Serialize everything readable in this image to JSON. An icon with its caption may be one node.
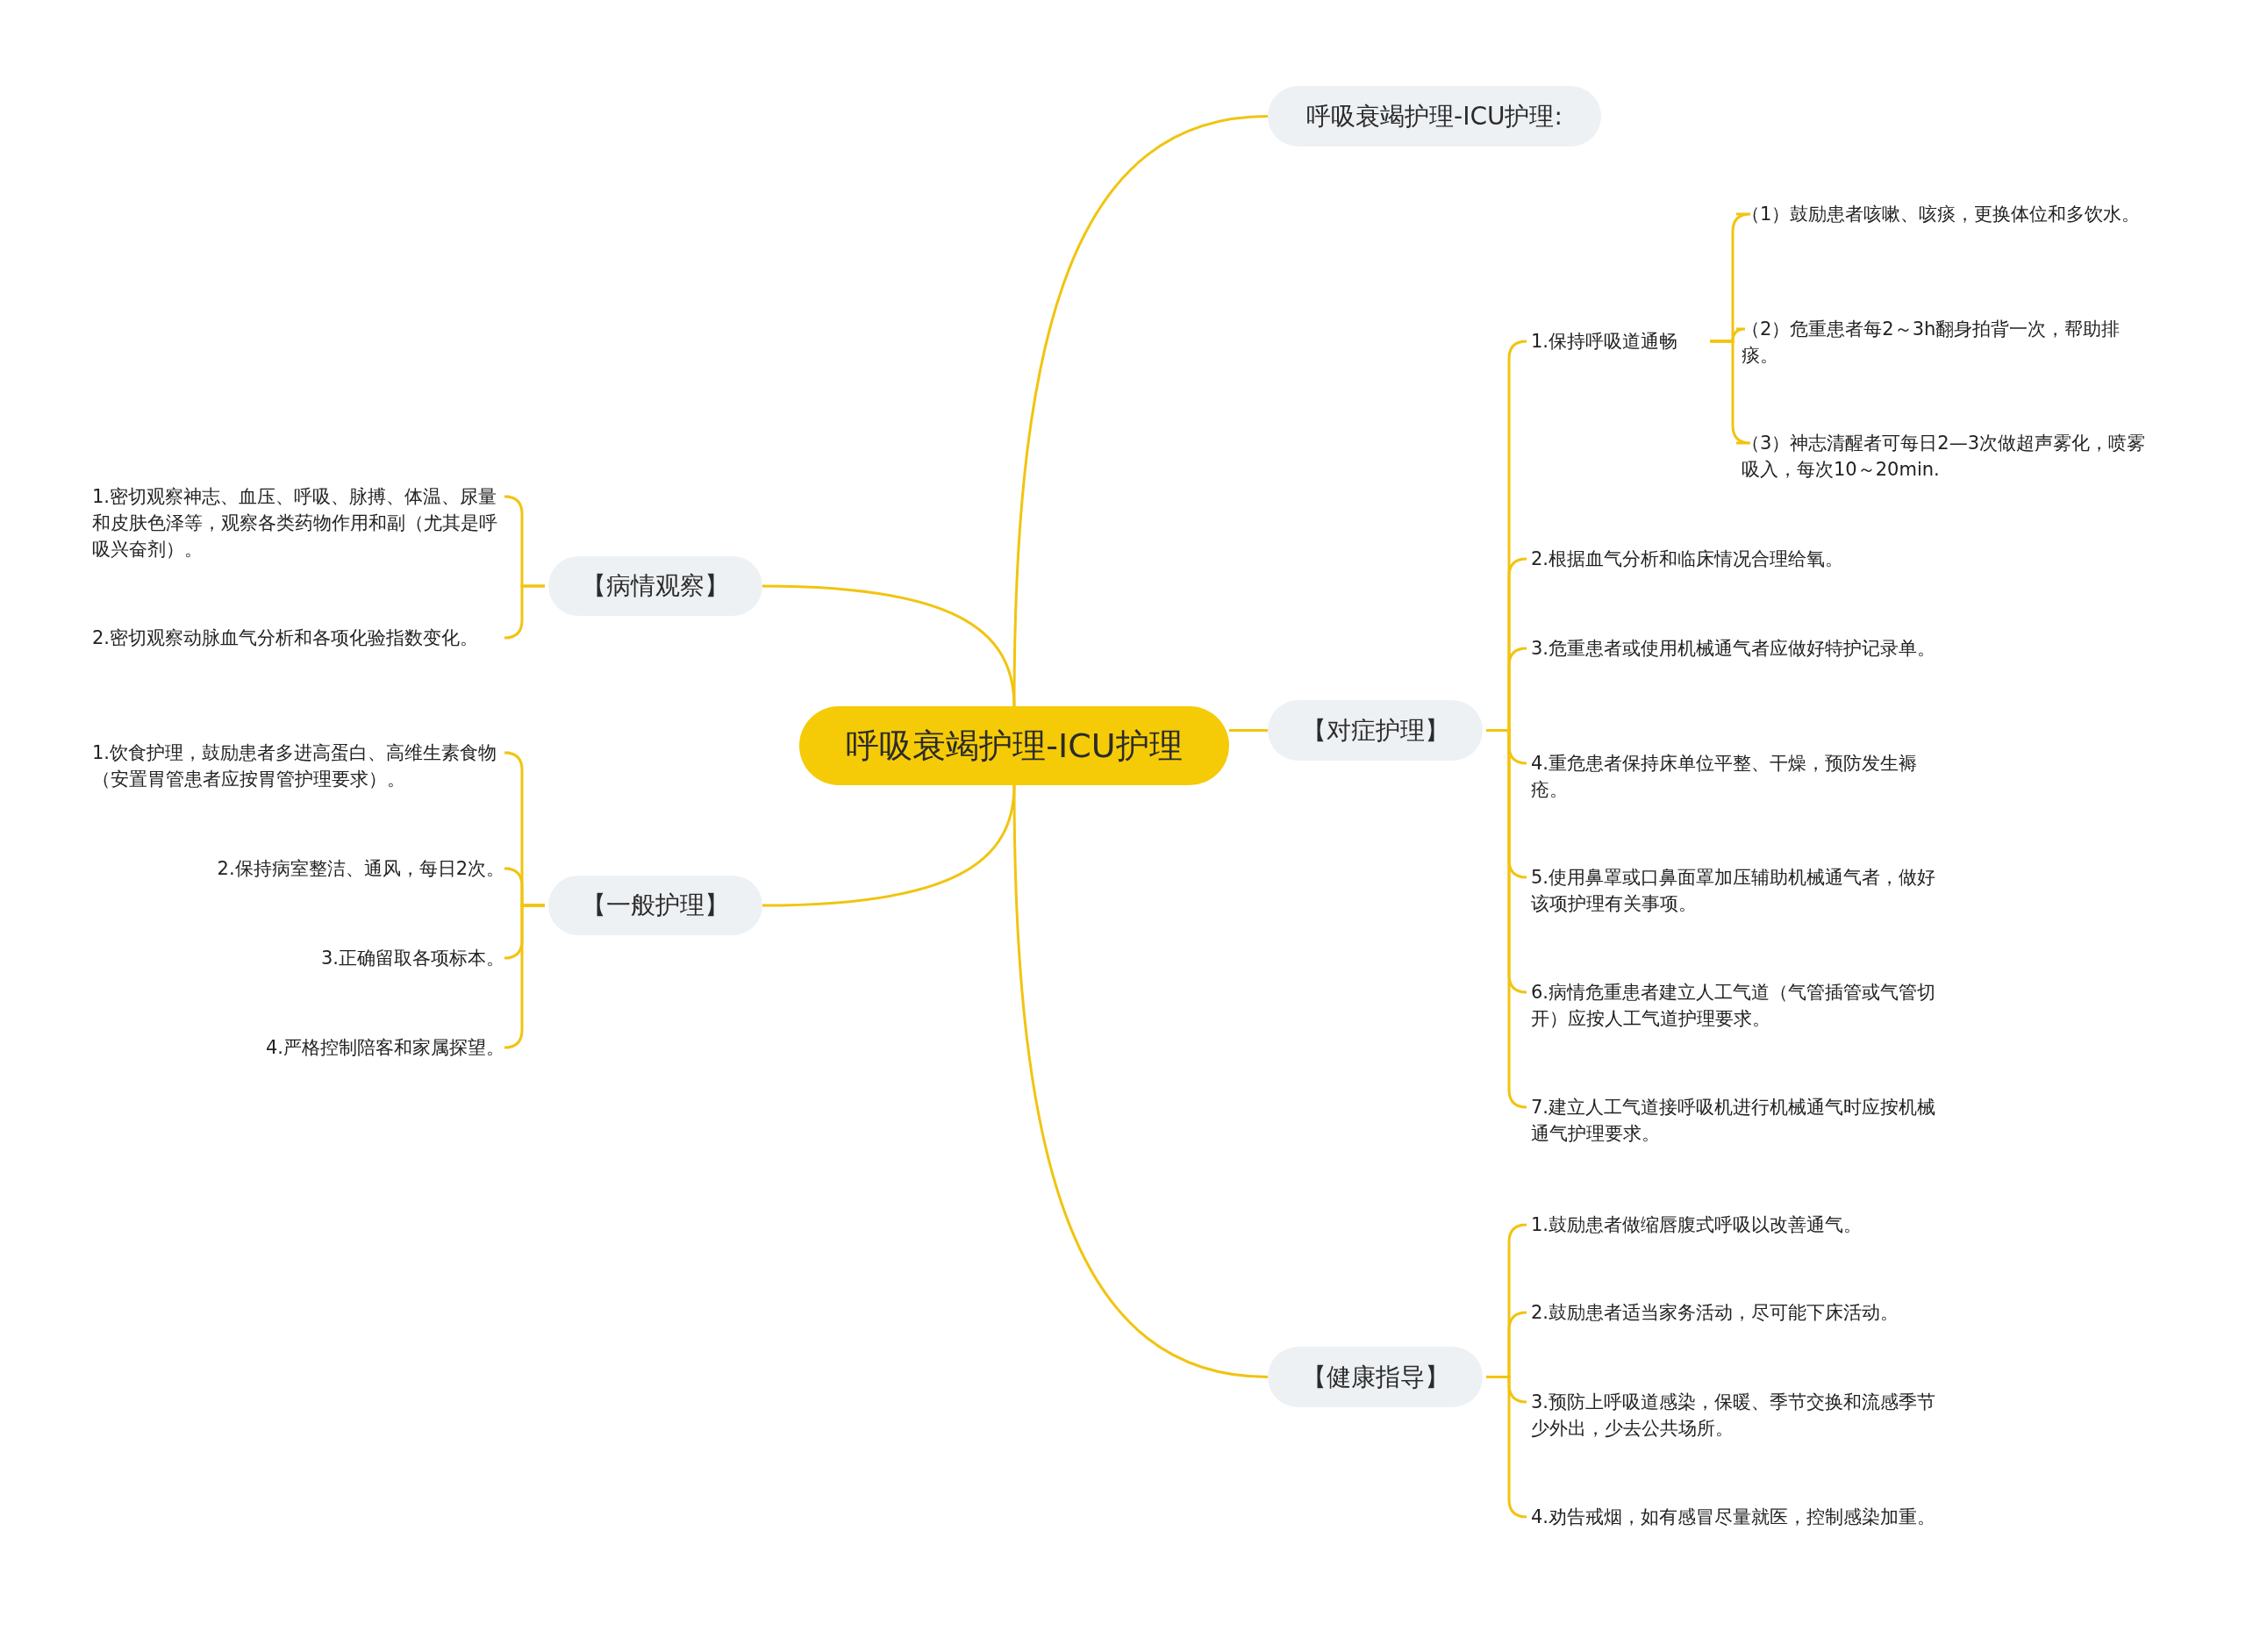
{
  "diagram": {
    "nodes": [
      {
        "text": [
          "呼吸衰竭护理-ICU护理"
        ]
      },
      {
        "text": [
          "呼吸衰竭护理-ICU护理:"
        ]
      },
      {
        "text": [
          "【病情观察】"
        ]
      },
      {
        "text": [
          "1.密切观察神志、血压、呼吸、脉搏、体温、尿量和皮肤色泽等，观察各类药物作用和副（尤其是呼吸兴奋剂）。"
        ]
      },
      {
        "text": [
          "2.密切观察动脉血气分析和各项化验指数变化。"
        ]
      },
      {
        "text": [
          "【一般护理】"
        ]
      },
      {
        "text": [
          "1.饮食护理，鼓励患者多进高蛋白、高维生素食物（安置胃管患者应按胃管护理要求）。"
        ]
      },
      {
        "text": [
          "2.保持病室整洁、通风，每日2次。"
        ]
      },
      {
        "text": [
          "3.正确留取各项标本。"
        ]
      },
      {
        "text": [
          "4.严格控制陪客和家属探望。"
        ]
      },
      {
        "text": [
          "【对症护理】"
        ]
      },
      {
        "text": [
          "1.保持呼吸道通畅"
        ]
      },
      {
        "text": [
          "（1）鼓励患者咳嗽、咳痰，更换体位和多饮水。"
        ]
      },
      {
        "text": [
          "（2）危重患者每2～3h翻身拍背一次，帮助排痰。"
        ]
      },
      {
        "text": [
          "（3）神志清醒者可每日2—3次做超声雾化，喷雾吸入，每次10～20min."
        ]
      },
      {
        "text": [
          "2.根据血气分析和临床情况合理给氧。"
        ]
      },
      {
        "text": [
          "3.危重患者或使用机械通气者应做好特护记录单。"
        ]
      },
      {
        "text": [
          "4.重危患者保持床单位平整、干燥，预防发生褥疮。"
        ]
      },
      {
        "text": [
          "5.使用鼻罩或口鼻面罩加压辅助机械通气者，做好该项护理有关事项。"
        ]
      },
      {
        "text": [
          "6.病情危重患者建立人工气道（气管插管或气管切开）应按人工气道护理要求。"
        ]
      },
      {
        "text": [
          "7.建立人工气道接呼吸机进行机械通气时应按机械通气护理要求。"
        ]
      },
      {
        "text": [
          "【健康指导】"
        ]
      },
      {
        "text": [
          "1.鼓励患者做缩唇腹式呼吸以改善通气。"
        ]
      },
      {
        "text": [
          "2.鼓励患者适当家务活动，尽可能下床活动。"
        ]
      },
      {
        "text": [
          "3.预防上呼吸道感染，保暖、季节交换和流感季节少外出，少去公共场所。"
        ]
      },
      {
        "text": [
          "4.劝告戒烟，如有感冒尽量就医，控制感染加重。"
        ]
      }
    ],
    "edges": [
      {
        "from": 0,
        "to": 1,
        "arrow": "none"
      },
      {
        "from": 0,
        "to": 2,
        "arrow": "none"
      },
      {
        "from": 2,
        "to": 3,
        "arrow": "none"
      },
      {
        "from": 2,
        "to": 4,
        "arrow": "none"
      },
      {
        "from": 0,
        "to": 5,
        "arrow": "none"
      },
      {
        "from": 5,
        "to": 6,
        "arrow": "none"
      },
      {
        "from": 5,
        "to": 7,
        "arrow": "none"
      },
      {
        "from": 5,
        "to": 8,
        "arrow": "none"
      },
      {
        "from": 5,
        "to": 9,
        "arrow": "none"
      },
      {
        "from": 0,
        "to": 10,
        "arrow": "none"
      },
      {
        "from": 10,
        "to": 11,
        "arrow": "none"
      },
      {
        "from": 11,
        "to": 12,
        "arrow": "none"
      },
      {
        "from": 11,
        "to": 13,
        "arrow": "none"
      },
      {
        "from": 11,
        "to": 14,
        "arrow": "none"
      },
      {
        "from": 10,
        "to": 15,
        "arrow": "none"
      },
      {
        "from": 10,
        "to": 16,
        "arrow": "none"
      },
      {
        "from": 10,
        "to": 17,
        "arrow": "none"
      },
      {
        "from": 10,
        "to": 18,
        "arrow": "none"
      },
      {
        "from": 10,
        "to": 19,
        "arrow": "none"
      },
      {
        "from": 10,
        "to": 20,
        "arrow": "none"
      },
      {
        "from": 0,
        "to": 21,
        "arrow": "none"
      },
      {
        "from": 21,
        "to": 22,
        "arrow": "none"
      },
      {
        "from": 21,
        "to": 23,
        "arrow": "none"
      },
      {
        "from": 21,
        "to": 24,
        "arrow": "none"
      },
      {
        "from": 21,
        "to": 25,
        "arrow": "none"
      }
    ]
  }
}
